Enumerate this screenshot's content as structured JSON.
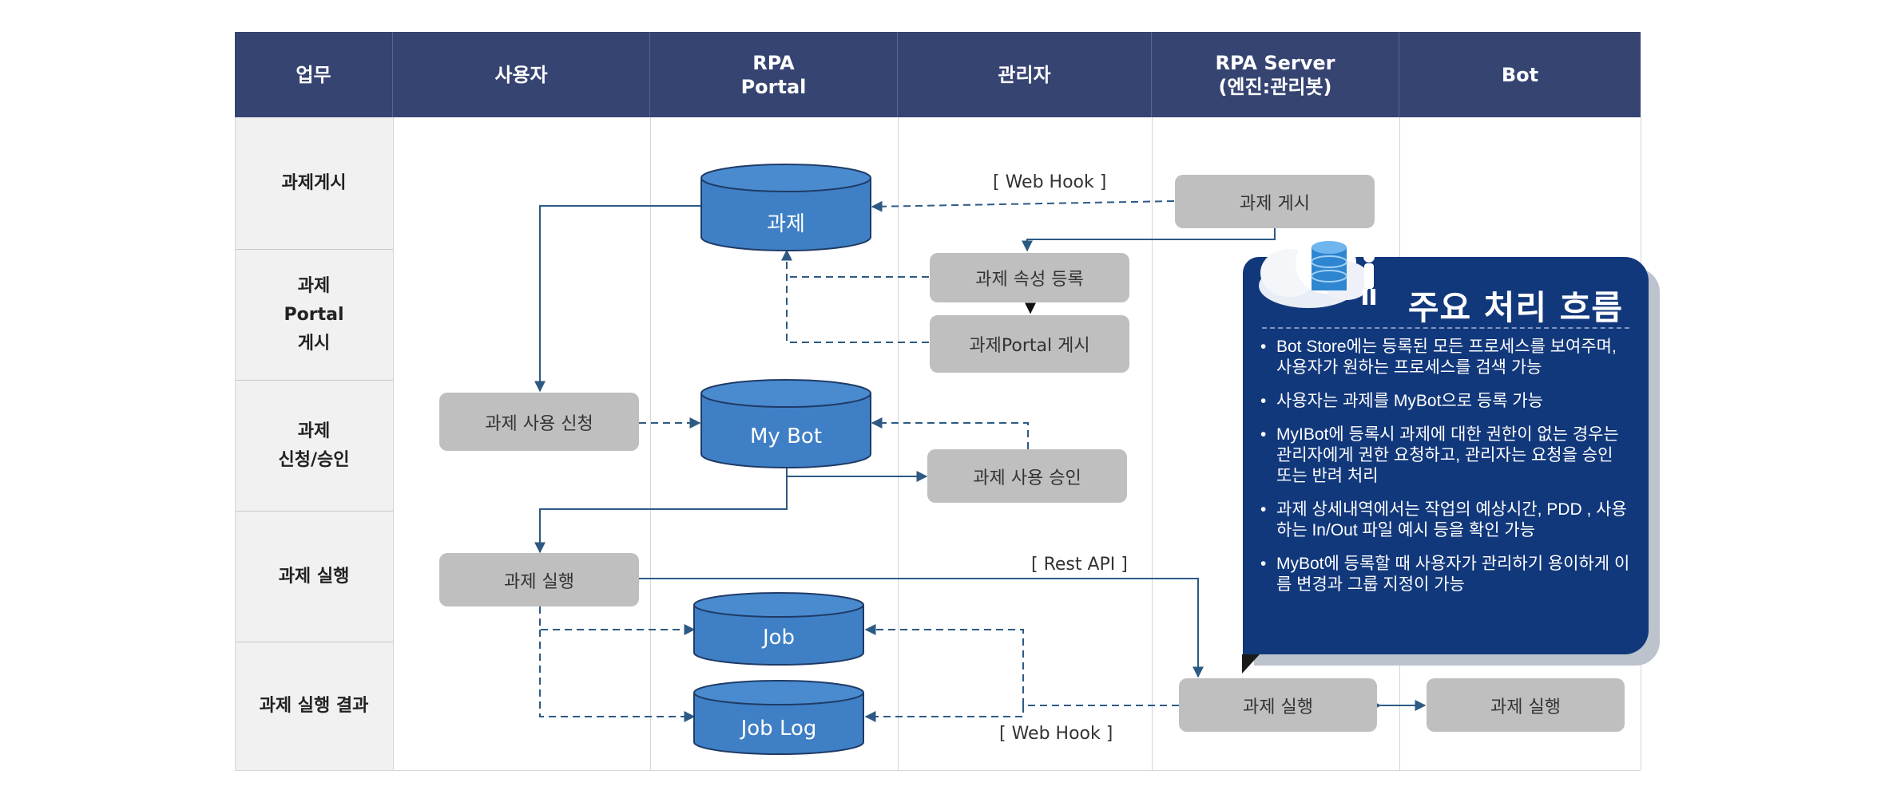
{
  "headers": [
    "업무",
    "사용자",
    "RPA\nPortal",
    "관리자",
    "RPA Server\n(엔진:관리봇)",
    "Bot"
  ],
  "rows": [
    "과제게시",
    "과제\nPortal\n게시",
    "과제\n신청/승인",
    "과제 실행",
    "과제 실행 결과"
  ],
  "cylinders": {
    "task": "과제",
    "mybot": "My Bot",
    "job": "Job",
    "joblog": "Job Log"
  },
  "boxes": {
    "server_post": "과제 게시",
    "attr_register": "과제 속성 등록",
    "portal_post": "과제Portal  게시",
    "use_request": "과제 사용 신청",
    "use_approve": "과제 사용 승인",
    "user_run": "과제 실행",
    "server_run": "과제 실행",
    "bot_run": "과제 실행"
  },
  "edge_labels": {
    "webhook_top": "[ Web Hook ]",
    "rest_api": "[ Rest API ]",
    "webhook_bottom": "[ Web Hook ]"
  },
  "panel": {
    "title": "주요 처리 흐름",
    "items": [
      "Bot Store에는 등록된 모든 프로세스를 보여주며, 사용자가 원하는 프로세스를 검색 가능",
      "사용자는 과제를  MyBot으로 등록 가능",
      "MyIBot에 등록시 과제에 대한 권한이 없는 경우는 관리자에게 권한 요청하고, 관리자는 요청을 승인 또는 반려 처리",
      "과제 상세내역에서는 작업의 예상시간, PDD , 사용하는 In/Out 파일 예시 등을 확인 가능",
      "MyBot에 등록할 때 사용자가 관리하기 용이하게 이름 변경과 그룹 지정이 가능"
    ]
  },
  "colors": {
    "header_bg": "#364472",
    "cylinder": "#3f7fc5",
    "box": "#bfbfbf",
    "arrow": "#2d5a84",
    "panel_bg": "#12387c"
  }
}
